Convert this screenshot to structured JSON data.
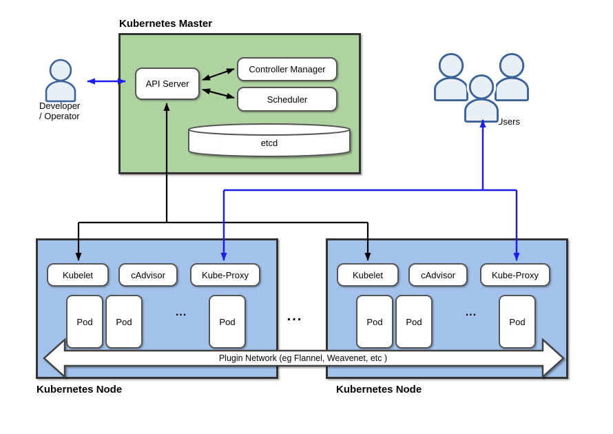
{
  "master": {
    "title": "Kubernetes Master",
    "components": {
      "api_server": "API Server",
      "controller_manager": "Controller Manager",
      "scheduler": "Scheduler",
      "etcd": "etcd"
    }
  },
  "actors": {
    "developer": {
      "line1": "Developer",
      "line2": "/ Operator"
    },
    "users": {
      "label": "Users"
    }
  },
  "nodes": [
    {
      "title": "Kubernetes Node",
      "agents": [
        "Kubelet",
        "cAdvisor",
        "Kube-Proxy"
      ],
      "pods": [
        "Pod",
        "Pod",
        "Pod"
      ],
      "pods_ellipsis": "..."
    },
    {
      "title": "Kubernetes Node",
      "agents": [
        "Kubelet",
        "cAdvisor",
        "Kube-Proxy"
      ],
      "pods": [
        "Pod",
        "Pod",
        "Pod"
      ],
      "pods_ellipsis": "..."
    }
  ],
  "between_nodes_ellipsis": "...",
  "plugin_network_label": "Plugin Network (eg Flannel, Weavenet, etc )",
  "colors": {
    "master_fill": "#afd3a0",
    "node_fill": "#a2c2ec",
    "frame_border": "#333333",
    "box_border": "#545454",
    "arrow_black": "#000000",
    "arrow_blue": "#1c1cf0",
    "person_fill": "#e9eff7",
    "person_stroke": "#3c6398"
  }
}
